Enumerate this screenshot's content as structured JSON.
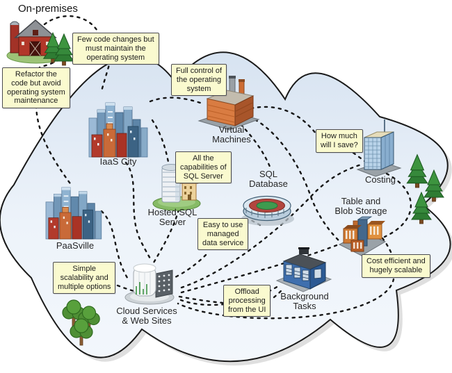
{
  "title": "On-premises",
  "colors": {
    "note_bg": "#fafacf",
    "note_border": "#4b4b50",
    "cloud_fill_top": "#d9e4f1",
    "cloud_fill_bottom": "#f4f8fc",
    "cloud_outline": "#1a1a1a",
    "dashed_line": "#161616",
    "tree_green": "#2e7c33",
    "barn_red": "#b23729"
  },
  "nodes": {
    "iaas_city": {
      "label": "IaaS City",
      "icon": "city-skyline-icon"
    },
    "virtual_machines": {
      "label": "Virtual\nMachines",
      "icon": "factory-icon"
    },
    "hosted_sql": {
      "label": "Hosted SQL\nServer",
      "icon": "server-tower-icon"
    },
    "sql_database": {
      "label": "SQL\nDatabase",
      "icon": "stadium-icon"
    },
    "costing": {
      "label": "Costing",
      "icon": "skyscraper-icon"
    },
    "table_blob": {
      "label": "Table and\nBlob Storage",
      "icon": "plus-building-icon"
    },
    "paasville": {
      "label": "PaaSville",
      "icon": "city-skyline-icon"
    },
    "cloud_services": {
      "label": "Cloud Services\n& Web Sites",
      "icon": "white-tower-icon"
    },
    "background_tasks": {
      "label": "Background\nTasks",
      "icon": "warehouse-icon"
    }
  },
  "notes": {
    "few_code": "Few code changes but\nmust maintain the\noperating system",
    "refactor": "Refactor the\ncode but avoid\noperating system\nmaintenance",
    "full_control": "Full control of\nthe operating\nsystem",
    "all_caps": "All the\ncapabilities of\nSQL Server",
    "how_much": "How much\nwill I save?",
    "easy": "Easy to use\nmanaged\ndata service",
    "simple": "Simple\nscalability and\nmultiple options",
    "offload": "Offload\nprocessing\nfrom the UI",
    "cost_eff": "Cost efficient and\nhugely scalable"
  }
}
